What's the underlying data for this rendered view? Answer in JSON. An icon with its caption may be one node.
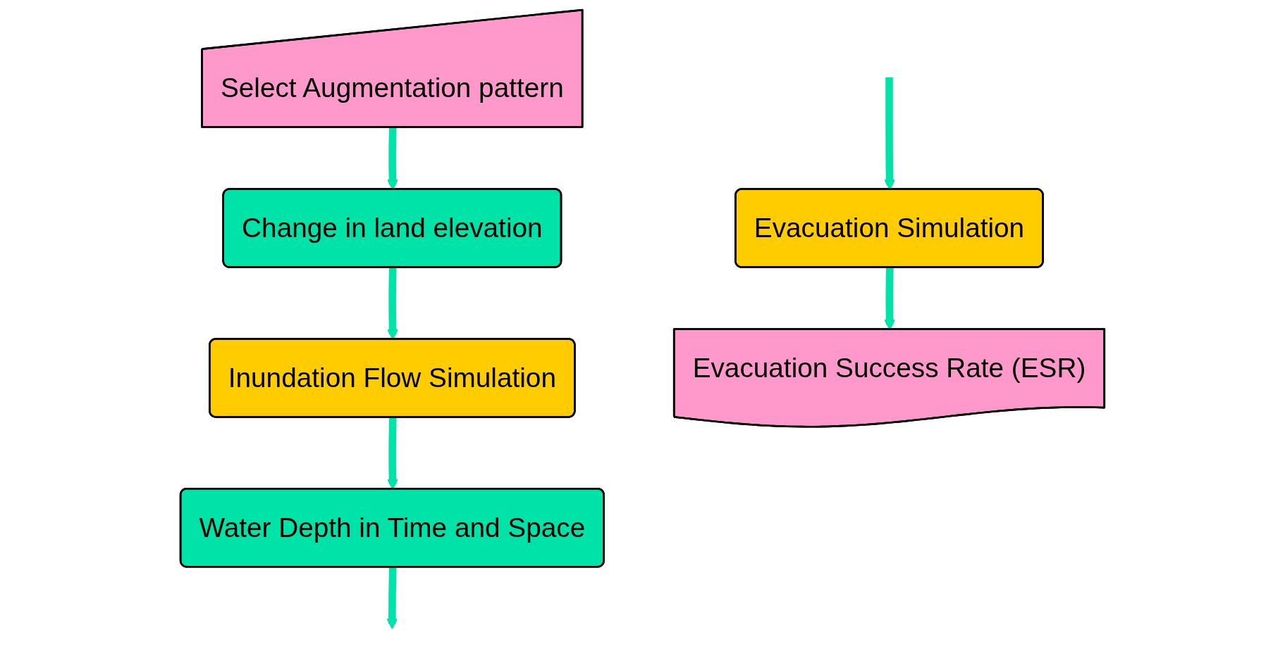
{
  "diagram": {
    "nodes": [
      {
        "text": [
          "Select Augmentation pattern"
        ]
      },
      {
        "text": [
          "Change in land elevation"
        ]
      },
      {
        "text": [
          "Inundation Flow Simulation"
        ]
      },
      {
        "text": [
          "Water Depth in Time and Space"
        ]
      },
      {
        "text": [
          "Evacuation Simulation"
        ]
      },
      {
        "text": [
          "Evacuation Success Rate (ESR)"
        ]
      }
    ],
    "edges": [
      {
        "from": 0,
        "to": 1,
        "arrow": "to"
      },
      {
        "from": 1,
        "to": 2,
        "arrow": "to"
      },
      {
        "from": 2,
        "to": 3,
        "arrow": "to"
      },
      {
        "from": 3,
        "to": null,
        "arrow": "to"
      },
      {
        "from": null,
        "to": 4,
        "arrow": "to"
      },
      {
        "from": 4,
        "to": 5,
        "arrow": "to"
      }
    ]
  }
}
